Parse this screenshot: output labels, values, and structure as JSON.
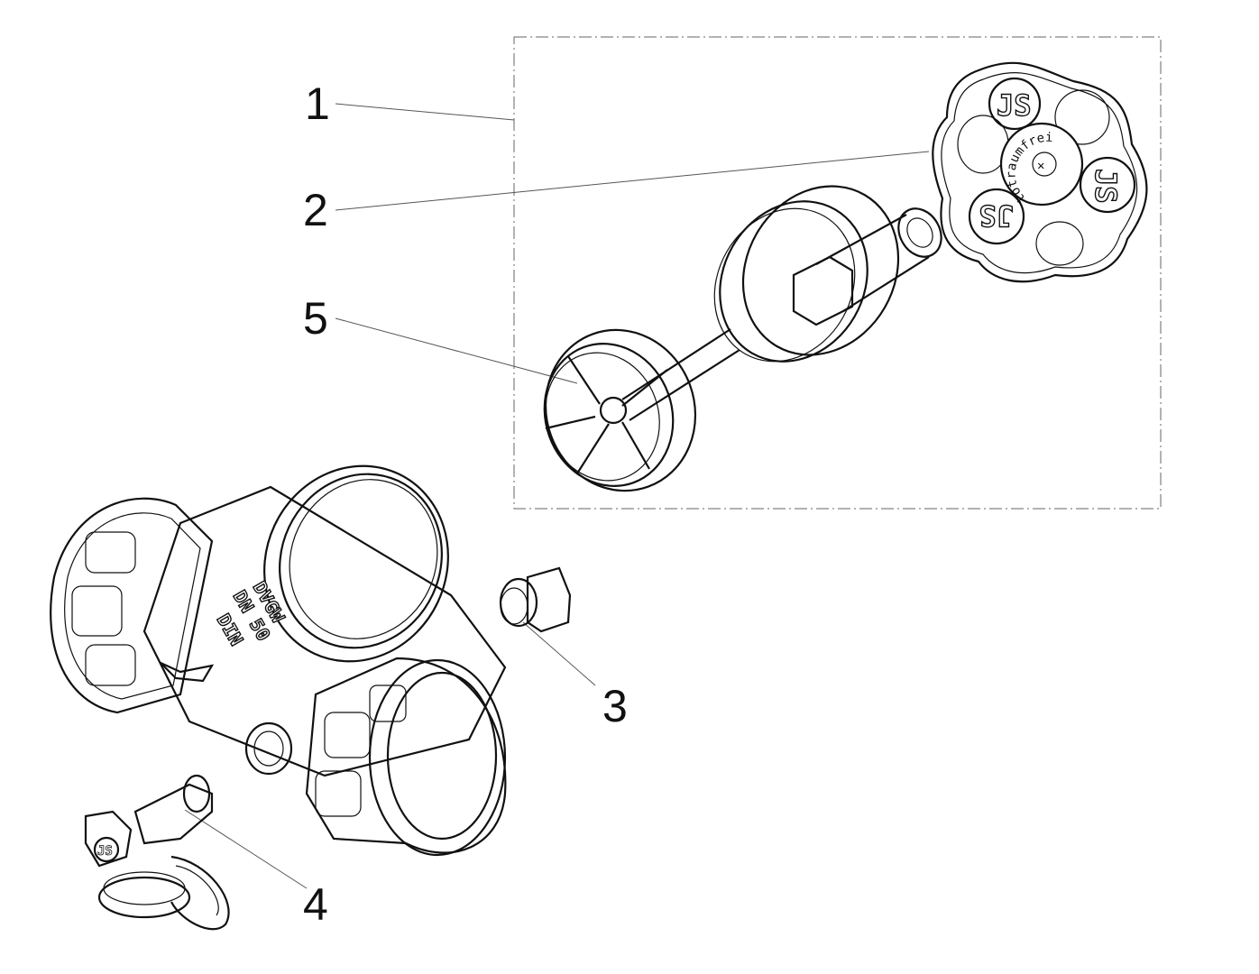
{
  "diagram": {
    "callouts": [
      {
        "id": "1",
        "label": "1"
      },
      {
        "id": "2",
        "label": "2"
      },
      {
        "id": "3",
        "label": "3"
      },
      {
        "id": "4",
        "label": "4"
      },
      {
        "id": "5",
        "label": "5"
      }
    ],
    "handwheel": {
      "hub_text": "totraumfrei",
      "logo_text": "JS"
    },
    "valve_body": {
      "marking_1": "DVGW",
      "marking_2": "DN 50",
      "marking_3": "DIN"
    },
    "drain_valve": {
      "logo_text": "JS"
    }
  }
}
